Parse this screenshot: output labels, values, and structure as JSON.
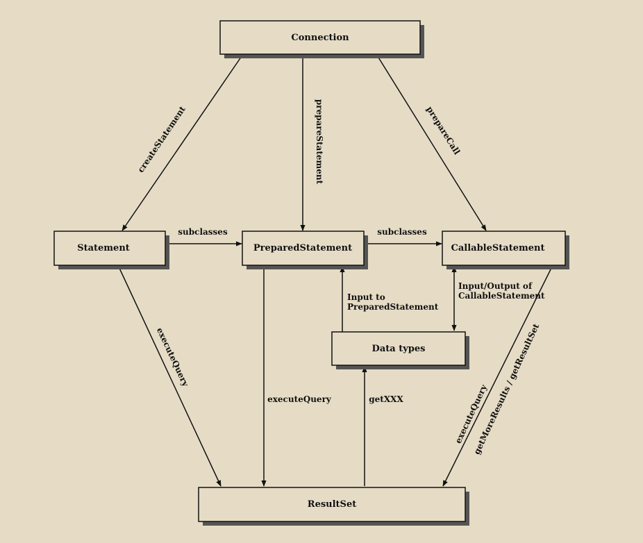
{
  "colors": {
    "background": "#e6dcc6",
    "box_fill": "#e6dcc6",
    "stroke": "#111111",
    "shadow": "#555555"
  },
  "nodes": {
    "connection": "Connection",
    "statement": "Statement",
    "prepared_statement": "PreparedStatement",
    "callable_statement": "CallableStatement",
    "data_types": "Data types",
    "result_set": "ResultSet"
  },
  "edges": {
    "create_statement": "createStatement",
    "prepare_statement": "prepareStatement",
    "prepare_call": "prepareCall",
    "subclasses_1": "subclasses",
    "subclasses_2": "subclasses",
    "statement_execute_query": "executeQuery",
    "prepared_execute_query": "executeQuery",
    "get_xxx": "getXXX",
    "input_to_prepared_line1": "Input to",
    "input_to_prepared_line2": "PreparedStatement",
    "input_output_callable_line1": "Input/Output of",
    "input_output_callable_line2": "CallableStatement",
    "callable_execute_query": "executeQuery",
    "callable_more_results": "getMoreResults / getResultSet"
  }
}
